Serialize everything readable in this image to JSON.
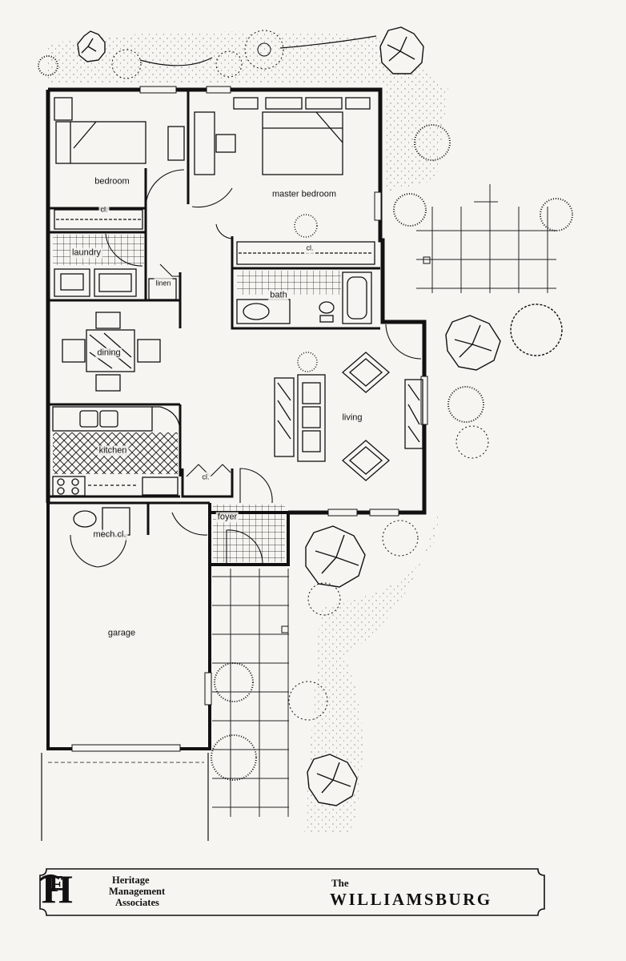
{
  "rooms": {
    "bedroom": "bedroom",
    "master_bedroom": "master bedroom",
    "closet_bedroom": "cl.",
    "closet_master": "cl.",
    "laundry": "laundry",
    "linen": "linen",
    "bath": "bath",
    "dining": "dining",
    "living": "living",
    "kitchen": "kitchen",
    "closet_foyer": "cl.",
    "foyer": "foyer",
    "mech_closet": "mech.cl.",
    "garage": "garage"
  },
  "title_block": {
    "company_line1": "Heritage",
    "company_line2": "Management",
    "company_line3": "Associates",
    "the": "The",
    "model_name": "WILLIAMSBURG"
  },
  "colors": {
    "ink": "#111111",
    "paper": "#f6f5f1"
  },
  "icons": [
    "tree-icon",
    "shrub-icon",
    "door-swing-icon",
    "logo-monogram-icon"
  ]
}
